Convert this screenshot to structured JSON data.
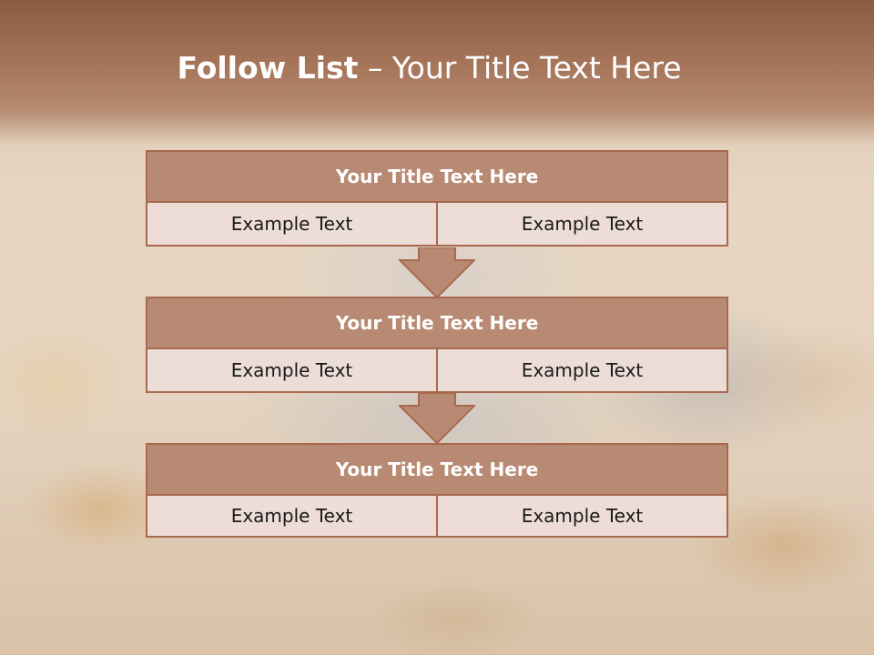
{
  "slide": {
    "title_bold": "Follow List",
    "title_rest": " – Your Title Text Here"
  },
  "blocks": [
    {
      "title": "Your Title Text Here",
      "left": "Example Text",
      "right": "Example Text"
    },
    {
      "title": "Your Title Text Here",
      "left": "Example Text",
      "right": "Example Text"
    },
    {
      "title": "Your Title Text Here",
      "left": "Example Text",
      "right": "Example Text"
    }
  ],
  "colors": {
    "header_band": "#8b5a43",
    "box_header": "#b98a73",
    "box_border": "#a8694f",
    "cell_fill": "#eeded8"
  }
}
